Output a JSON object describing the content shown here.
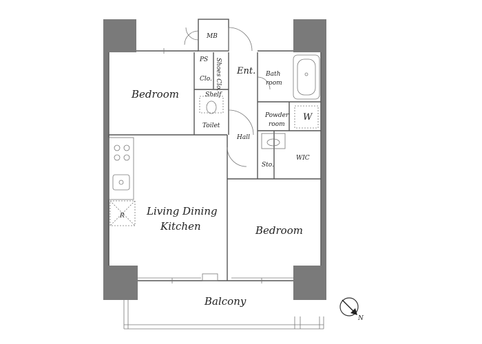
{
  "rooms": {
    "mb": "MB",
    "ps": "PS",
    "clo": "Clo.",
    "shoes_clo": "Shoes Clo.",
    "ent": "Ent.",
    "bedroom_upper": "Bedroom",
    "shelf": "Shelf",
    "toilet": "Toilet",
    "bath_line1": "Bath",
    "bath_line2": "room",
    "powder_line1": "Powder",
    "powder_line2": "room",
    "washer": "W",
    "hall": "Hall",
    "sto": "Sto.",
    "wic": "WIC",
    "ldk_line1": "Living Dining",
    "ldk_line2": "Kitchen",
    "refrigerator": "R",
    "bedroom_lower": "Bedroom",
    "balcony": "Balcony"
  },
  "compass": {
    "icon": "north-arrow-icon",
    "letter": "N"
  }
}
